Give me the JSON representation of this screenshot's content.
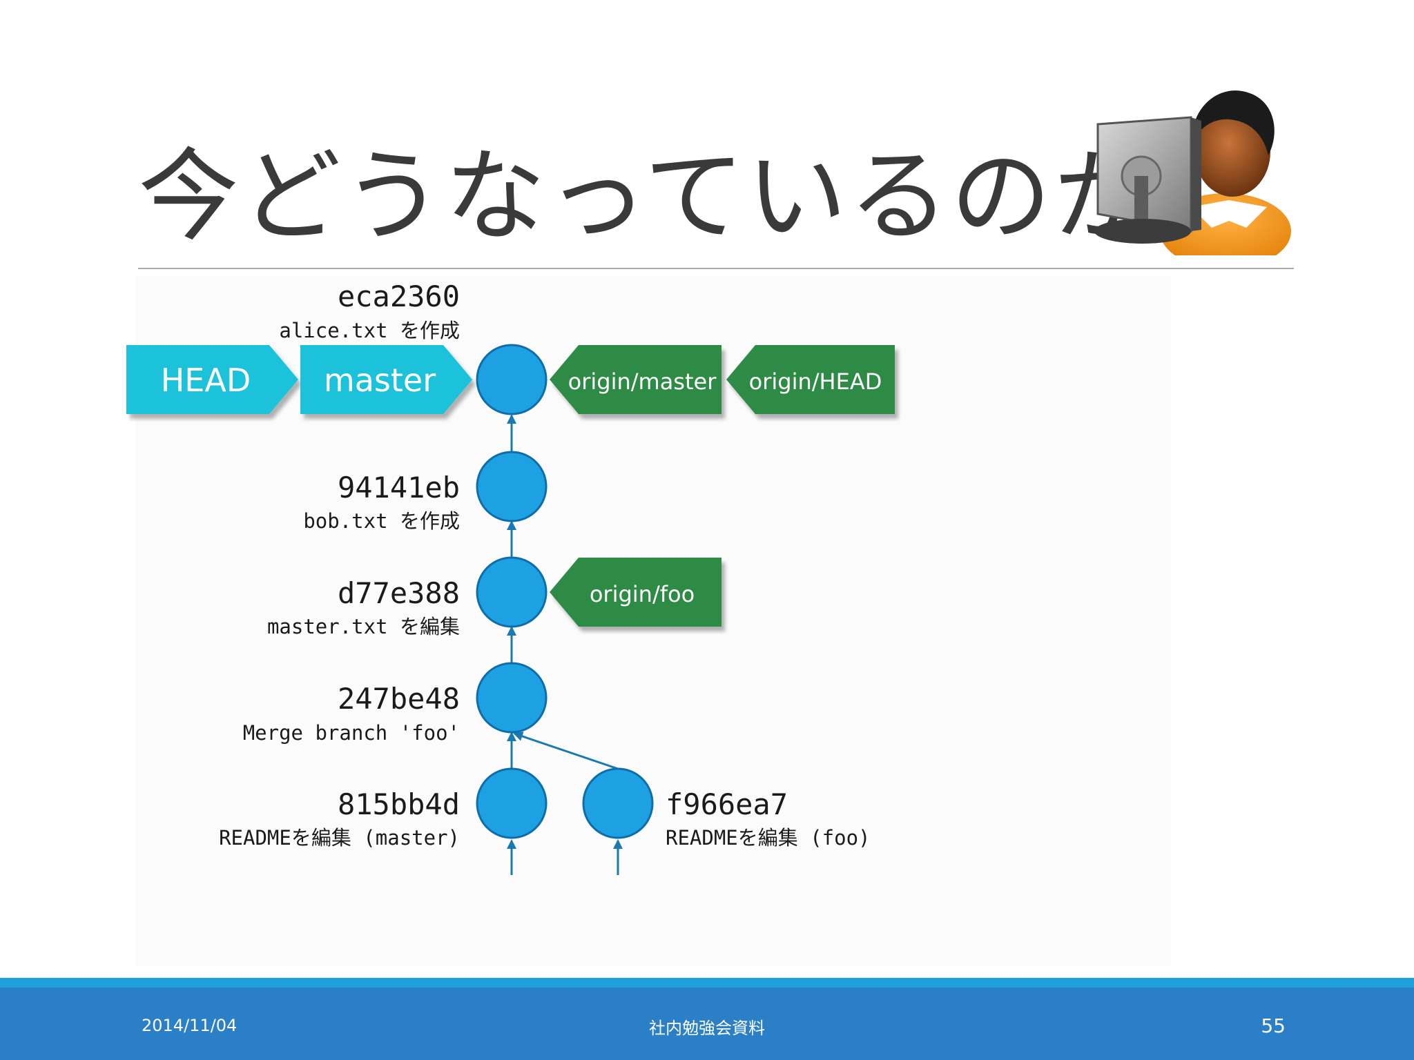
{
  "slide": {
    "title": "今どうなっているのか",
    "footer": {
      "date": "2014/11/04",
      "center": "社内勉強会資料",
      "page": "55"
    }
  },
  "colors": {
    "commit_fill": "#1ea1e3",
    "commit_stroke": "#0f6ea8",
    "arrow": "#1a7ab0",
    "local_ref": "#1fc2d9",
    "remote_ref": "#2e8b45",
    "footer_band": "#2a7fc6",
    "footer_stripe": "#1ea0dc"
  },
  "icons": [
    "user-at-computer-icon"
  ],
  "graph": {
    "commits": [
      {
        "id": "c1",
        "sha": "eca2360",
        "message": "alice.txt を作成",
        "label_pos": "above-left"
      },
      {
        "id": "c2",
        "sha": "94141eb",
        "message": "bob.txt を作成",
        "label_pos": "left"
      },
      {
        "id": "c3",
        "sha": "d77e388",
        "message": "master.txt を編集",
        "label_pos": "left"
      },
      {
        "id": "c4",
        "sha": "247be48",
        "message": "Merge branch 'foo'",
        "label_pos": "left"
      },
      {
        "id": "c5",
        "sha": "815bb4d",
        "message": "READMEを編集 (master)",
        "label_pos": "left"
      },
      {
        "id": "c6",
        "sha": "f966ea7",
        "message": "READMEを編集 (foo)",
        "label_pos": "right"
      }
    ],
    "edges": [
      {
        "from": "c2",
        "to": "c1"
      },
      {
        "from": "c3",
        "to": "c2"
      },
      {
        "from": "c4",
        "to": "c3"
      },
      {
        "from": "c5",
        "to": "c4"
      },
      {
        "from": "c6",
        "to": "c4"
      }
    ],
    "refs": [
      {
        "name": "HEAD",
        "kind": "local",
        "points_to": "c1"
      },
      {
        "name": "master",
        "kind": "local",
        "points_to": "c1"
      },
      {
        "name": "origin/master",
        "kind": "remote",
        "points_to": "c1"
      },
      {
        "name": "origin/HEAD",
        "kind": "remote",
        "points_to": "c1"
      },
      {
        "name": "origin/foo",
        "kind": "remote",
        "points_to": "c3"
      }
    ]
  }
}
